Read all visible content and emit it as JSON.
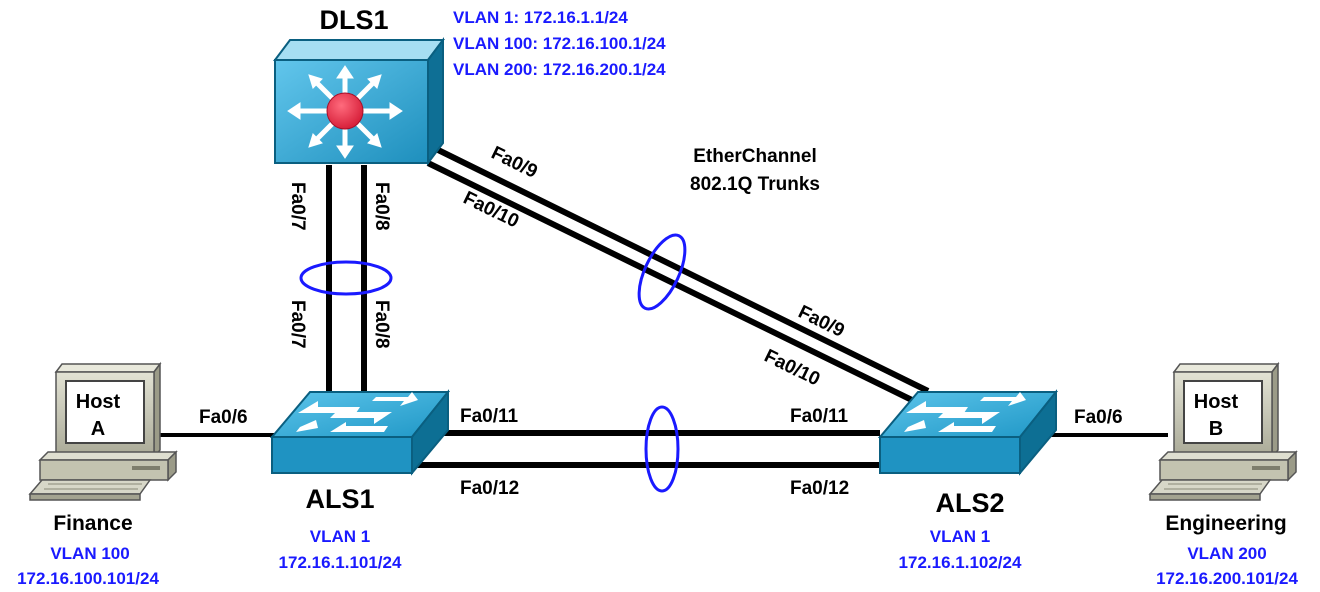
{
  "colors": {
    "switch_blue": "#29a3d1",
    "switch_dark": "#0d6f94",
    "router_red": "#e8314a",
    "accent_blue": "#1a1aff",
    "link_black": "#000000",
    "pc_beige": "#c9c9b8"
  },
  "dls1": {
    "name": "DLS1",
    "vlans": [
      "VLAN 1: 172.16.1.1/24",
      "VLAN 100: 172.16.100.1/24",
      "VLAN 200: 172.16.200.1/24"
    ]
  },
  "als1": {
    "name": "ALS1",
    "vlan": "VLAN 1",
    "ip": "172.16.1.101/24"
  },
  "als2": {
    "name": "ALS2",
    "vlan": "VLAN 1",
    "ip": "172.16.1.102/24"
  },
  "host_a": {
    "line1": "Host",
    "line2": "A",
    "dept": "Finance",
    "vlan": "VLAN 100",
    "ip": "172.16.100.101/24"
  },
  "host_b": {
    "line1": "Host",
    "line2": "B",
    "dept": "Engineering",
    "vlan": "VLAN 200",
    "ip": "172.16.200.101/24"
  },
  "etherchannel": {
    "line1": "EtherChannel",
    "line2": "802.1Q Trunks"
  },
  "ports": {
    "dls1_fa07": "Fa0/7",
    "dls1_fa08": "Fa0/8",
    "als1_fa07": "Fa0/7",
    "als1_fa08": "Fa0/8",
    "dls1_fa09": "Fa0/9",
    "dls1_fa010": "Fa0/10",
    "als2_fa09": "Fa0/9",
    "als2_fa010": "Fa0/10",
    "als1_fa06": "Fa0/6",
    "als2_fa06": "Fa0/6",
    "als1_fa011": "Fa0/11",
    "als1_fa012": "Fa0/12",
    "als2_fa011": "Fa0/11",
    "als2_fa012": "Fa0/12"
  },
  "icons": {
    "dls1": "multilayer-switch-icon",
    "als1": "workgroup-switch-icon",
    "als2": "workgroup-switch-icon",
    "host_a": "pc-icon",
    "host_b": "pc-icon"
  }
}
